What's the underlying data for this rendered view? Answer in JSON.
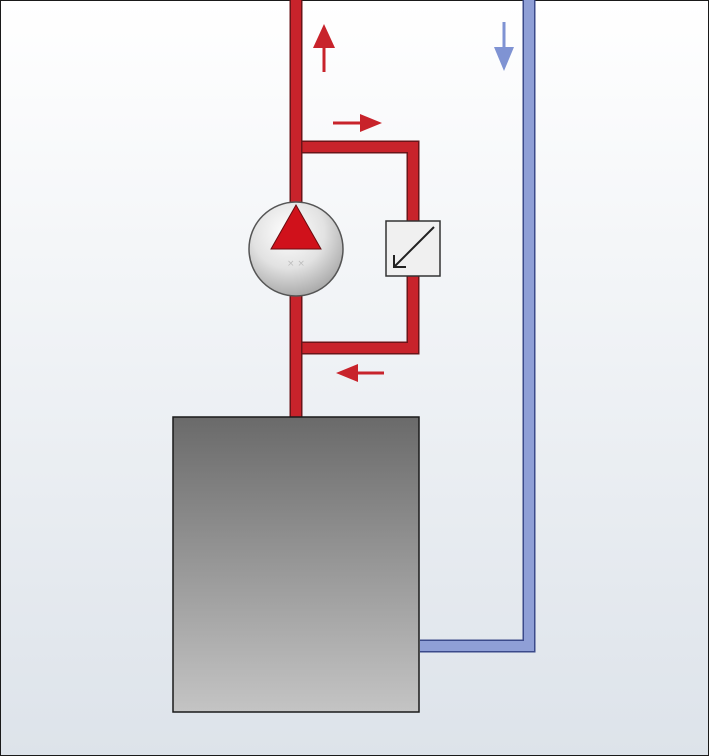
{
  "diagram": {
    "colors": {
      "background_top": "#ffffff",
      "background_bottom": "#dde3ea",
      "frame": "#1a1a1a",
      "supply_pipe": "#c8232b",
      "pipe_outline": "#6b1418",
      "return_pipe": "#8f9fd6",
      "return_outline": "#3b4a8a",
      "supply_arrow": "#c8232b",
      "return_arrow": "#7f93d3",
      "pump_triangle": "#d0111b",
      "boiler_top": "#6a6a6a",
      "boiler_bottom": "#c4c4c4"
    },
    "components": [
      {
        "id": "boiler",
        "kind": "heat-generator"
      },
      {
        "id": "circulation-pump",
        "kind": "pump",
        "flow_direction": "up"
      },
      {
        "id": "bypass-valve",
        "kind": "differential-pressure-valve"
      }
    ],
    "flows": [
      {
        "id": "supply-flow",
        "direction": "up"
      },
      {
        "id": "bypass-inlet-flow",
        "direction": "right"
      },
      {
        "id": "bypass-outlet-flow",
        "direction": "left"
      },
      {
        "id": "return-flow",
        "direction": "down"
      }
    ]
  }
}
